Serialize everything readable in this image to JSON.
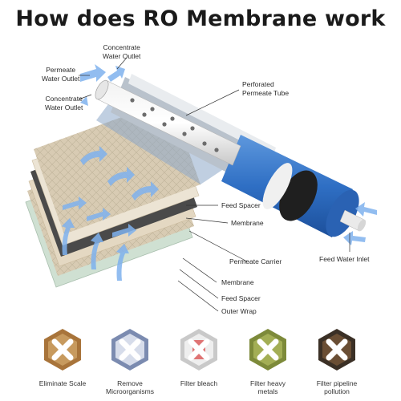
{
  "title": "How does RO Membrane work",
  "labels": {
    "concentrate_top": "Concentrate\nWater Outlet",
    "permeate_outlet": "Permeate\nWater Outlet",
    "concentrate_left": "Concentrate\nWater Outlet",
    "perforated_tube": "Perforated\nPermeate Tube",
    "feed_spacer_1": "Feed Spacer",
    "membrane_1": "Membrane",
    "permeate_carrier": "Permeate Carrier",
    "feed_water_inlet": "Feed Water Inlet",
    "membrane_2": "Membrane",
    "feed_spacer_2": "Feed Spacer",
    "outer_wrap": "Outer Wrap"
  },
  "features": [
    {
      "label": "Eliminate Scale",
      "icon": "scale-icon",
      "color": "#a8743a"
    },
    {
      "label": "Remove\nMicroorganisms",
      "icon": "microorganism-icon",
      "color": "#7b8bb0"
    },
    {
      "label": "Filter bleach",
      "icon": "bleach-icon",
      "color": "#c9c9c9"
    },
    {
      "label": "Filter heavy\nmetals",
      "icon": "heavy-metal-icon",
      "color": "#7d8a3a"
    },
    {
      "label": "Filter pipeline\npollution",
      "icon": "pipeline-icon",
      "color": "#3b3026"
    }
  ],
  "colors": {
    "membrane_blue": "#2f6fc4",
    "arrow_blue": "#7fb2ee",
    "spacer_beige": "#d8cbb3"
  }
}
